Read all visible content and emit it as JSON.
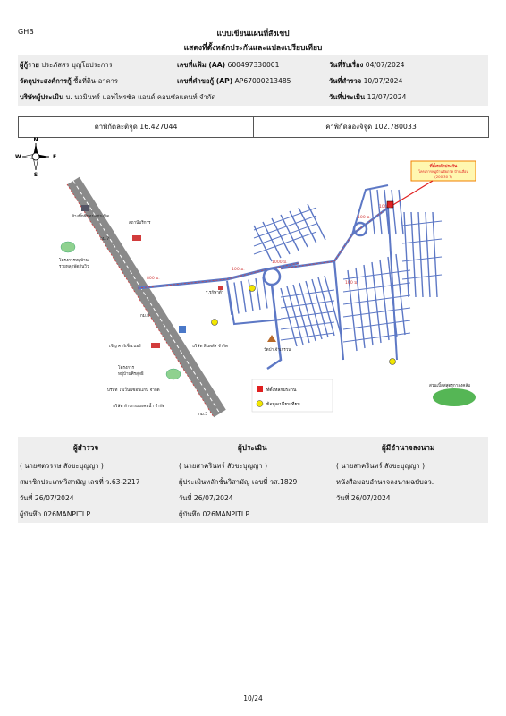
{
  "header": {
    "bank": "GHB",
    "title": "แบบเขียนแผนที่สังเขป",
    "subtitle": "แสดงที่ตั้งหลักประกันและแปลงเปรียบเทียบ"
  },
  "info": {
    "borrower_label": "ผู้กู้ราย",
    "borrower_value": "ประภัสสร บุญโยประการ",
    "file_label": "เลขที่แฟ้ม (AA)",
    "file_value": "600497330001",
    "received_label": "วันที่รับเรื่อง",
    "received_value": "04/07/2024",
    "purpose_label": "วัตถุประสงค์การกู้",
    "purpose_value": "ซื้อที่ดิน-อาคาร",
    "request_label": "เลขที่คำขอกู้ (AP)",
    "request_value": "AP67000213485",
    "survey_date_label": "วันที่สำรวจ",
    "survey_date_value": "10/07/2024",
    "company_label": "บริษัทผู้ประเมิน",
    "company_value": "บ. นวมินทร์ แอพไพรซัล แอนด์ คอนซัลแตนท์ จำกัด",
    "appraisal_date_label": "วันที่ประเมิน",
    "appraisal_date_value": "12/07/2024"
  },
  "coordinates": {
    "latitude": "ค่าพิกัดละติจูด 16.427044",
    "longitude": "ค่าพิกัดลองจิจูด 102.780033"
  },
  "map": {
    "compass": {
      "n": "N",
      "s": "S",
      "e": "E",
      "w": "W"
    },
    "callout_1": "ที่ตั้งหลักประกัน",
    "callout_2": "โครงการหมู่บ้านชัยภาค บ้านเลื่อน",
    "callout_3": "(200.30 ?)",
    "places": {
      "bigc": "ห้างบิ๊กซีขอนแก่นเปิด",
      "station": "สถานีบริการ",
      "village1": "โครงการหมู่บ้าน",
      "village1b": "รวยหลุกพัดกันวิว",
      "minimart": "ร.รก้ษาตัว",
      "mini2": "ร้านซอย",
      "chevrolet": "เชิญ คาร์เซ็น.แฮร์",
      "village2": "โครงการ",
      "village2b": "หมู่บ้านศิรสุทธิ",
      "company1": "บริษัท สินพลัส จำกัด",
      "company2": "บริษัท ไวเว็นเเซอนแก่น จำกัด",
      "company3": "บริษัท ห้างกรมมงคลน้ำ จำกัด",
      "temple": "วัดป่าเจ้าเกรวน",
      "park": "สวนเบิ้ลสสุดรุกาลงคลับ",
      "d1": "800 ม.",
      "d2": "100 ม.",
      "d3": "100 ม.",
      "d4": "1000 ม.",
      "d5": "100 ม.",
      "d6": "100 ม.",
      "km1": "กม.7",
      "km2": "กม.8",
      "km3": "กม.5"
    },
    "legend_collateral": "ที่ตั้งหลักประกัน",
    "legend_comparable": "ข้อมูลเปรียบเทียบ",
    "colors": {
      "road": "#5d78c5",
      "highway": "#8a8a8a",
      "accent": "#e02020",
      "marker": "#f2e600"
    }
  },
  "signatures": {
    "surveyor_title": "ผู้สำรวจ",
    "surveyor_name": "( นายศตวรรษ สังขะบุญญา )",
    "surveyor_license": "สมาชิกประเภทวิสามัญ เลขที่ ว.63-2217",
    "surveyor_date": "วันที่ 26/07/2024",
    "surveyor_recorder": "ผู้บันทึก 026MANPITI.P",
    "appraiser_title": "ผู้ประเมิน",
    "appraiser_name": "( นายสาครินทร์ สังขะบุญญา )",
    "appraiser_license": "ผู้ประเมินหลักชั้นวิสามัญ เลขที่ วส.1829",
    "appraiser_date": "วันที่ 26/07/2024",
    "appraiser_recorder": "ผู้บันทึก 026MANPITI.P",
    "authorized_title": "ผู้มีอำนาจลงนาม",
    "authorized_name": "( นายสาครินทร์ สังขะบุญญา )",
    "authorized_note": "หนังสือมอบอำนาจลงนามฉบับลว.",
    "authorized_date": "วันที่ 26/07/2024"
  },
  "page_number": "10/24"
}
